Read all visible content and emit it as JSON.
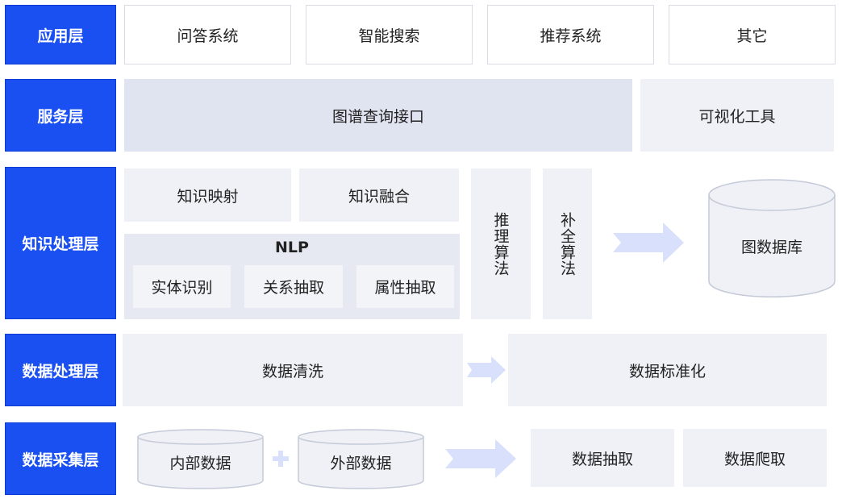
{
  "layers": {
    "application": "应用层",
    "service": "服务层",
    "knowledge": "知识处理层",
    "data_processing": "数据处理层",
    "data_collection": "数据采集层"
  },
  "application": {
    "items": [
      "问答系统",
      "智能搜索",
      "推荐系统",
      "其它"
    ]
  },
  "service": {
    "graph_query_api": "图谱查询接口",
    "visualization_tools": "可视化工具"
  },
  "knowledge": {
    "knowledge_mapping": "知识映射",
    "knowledge_fusion": "知识融合",
    "nlp": {
      "title": "NLP",
      "items": [
        "实体识别",
        "关系抽取",
        "属性抽取"
      ]
    },
    "reasoning_algorithm": "推理算法",
    "completion_algorithm": "补全算法",
    "graph_database": "图数据库"
  },
  "data_processing": {
    "data_cleaning": "数据清洗",
    "data_standardization": "数据标准化"
  },
  "data_collection": {
    "internal_data": "内部数据",
    "external_data": "外部数据",
    "data_extraction": "数据抽取",
    "data_crawling": "数据爬取"
  },
  "colors": {
    "layer_blue": "#1a4ff2",
    "arrow": "#d8e0fb",
    "box_gray": "#eff1f6",
    "box_blue": "#e0e3f0"
  },
  "icons": {
    "flow_arrow": "right-arrow-icon",
    "plus": "plus-icon",
    "cylinder": "database-cylinder-icon"
  }
}
